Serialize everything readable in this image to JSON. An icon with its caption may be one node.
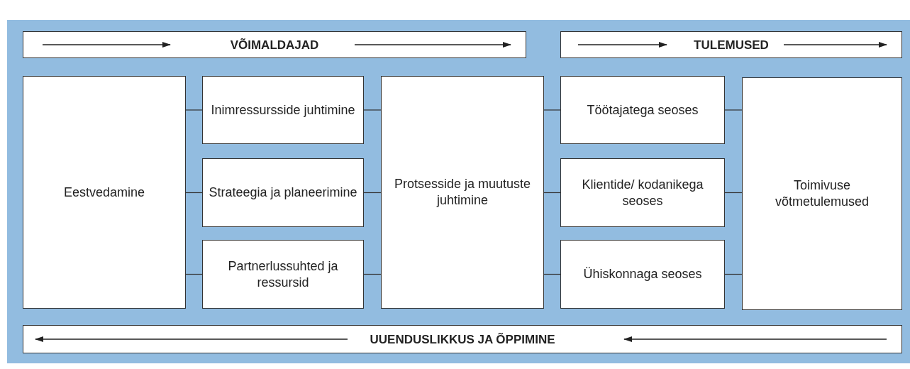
{
  "diagram": {
    "nodes": [
      {
        "text": [
          "VÕIMALDAJAD"
        ]
      },
      {
        "text": [
          "TULEMUSED"
        ]
      },
      {
        "text": [
          "Eestvedamine"
        ]
      },
      {
        "text": [
          "Inimressursside juhtimine"
        ]
      },
      {
        "text": [
          "Strateegia ja planeerimine"
        ]
      },
      {
        "text": [
          "Partnerlussuhted ja ressursid"
        ]
      },
      {
        "text": [
          "Protsesside ja muutuste juhtimine"
        ]
      },
      {
        "text": [
          "Töötajatega seoses"
        ]
      },
      {
        "text": [
          "Klientide/ kodanikega seoses"
        ]
      },
      {
        "text": [
          "Ühiskonnaga seoses"
        ]
      },
      {
        "text": [
          "Toimivuse võtmetulemused"
        ]
      },
      {
        "text": [
          "UUENDUSLIKKUS JA ÕPPIMINE"
        ]
      }
    ],
    "edges": [
      {
        "from": 2,
        "to": 3,
        "arrow": "none"
      },
      {
        "from": 2,
        "to": 4,
        "arrow": "none"
      },
      {
        "from": 2,
        "to": 5,
        "arrow": "none"
      },
      {
        "from": 3,
        "to": 6,
        "arrow": "none"
      },
      {
        "from": 4,
        "to": 6,
        "arrow": "none"
      },
      {
        "from": 5,
        "to": 6,
        "arrow": "none"
      },
      {
        "from": 6,
        "to": 7,
        "arrow": "none"
      },
      {
        "from": 6,
        "to": 8,
        "arrow": "none"
      },
      {
        "from": 6,
        "to": 9,
        "arrow": "none"
      },
      {
        "from": 7,
        "to": 10,
        "arrow": "none"
      },
      {
        "from": 8,
        "to": 10,
        "arrow": "none"
      },
      {
        "from": 9,
        "to": 10,
        "arrow": "none"
      }
    ]
  }
}
